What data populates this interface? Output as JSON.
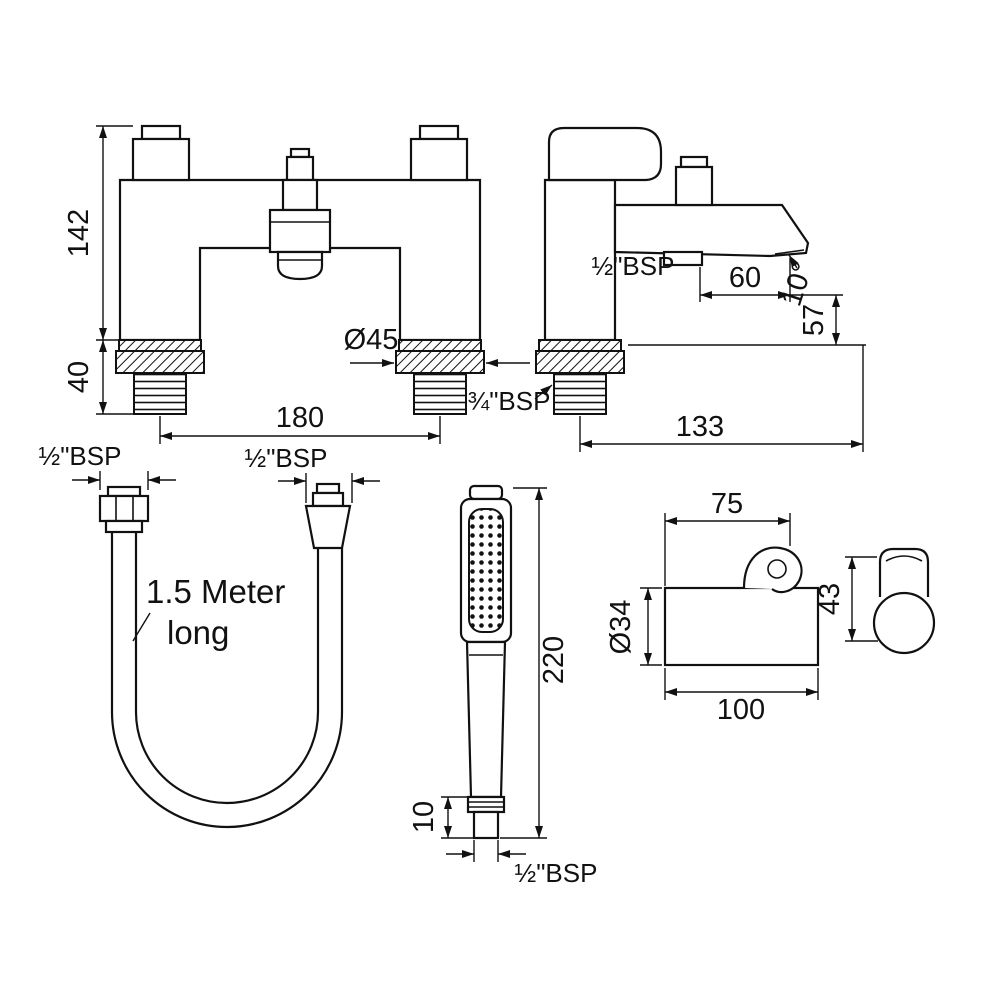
{
  "colors": {
    "line": "#111111",
    "background": "#ffffff"
  },
  "front_view": {
    "body_height": "142",
    "shank_height": "40",
    "inlet_centers": "180",
    "flange_diameter": "Ø45"
  },
  "side_view": {
    "outlet_thread": "½\"BSP",
    "spout_reach": "60",
    "spout_angle": "10°",
    "spout_height": "57",
    "inlet_thread": "¾\"BSP",
    "overall_depth": "133"
  },
  "hose": {
    "left_thread": "½\"BSP",
    "right_thread": "½\"BSP",
    "length_label_line1": "1.5 Meter",
    "length_label_line2": "long"
  },
  "handset": {
    "overall_length": "220",
    "connector_length": "10",
    "thread": "½\"BSP"
  },
  "bracket": {
    "top_width": "75",
    "front_height": "43",
    "diameter": "Ø34",
    "base_width": "100"
  }
}
